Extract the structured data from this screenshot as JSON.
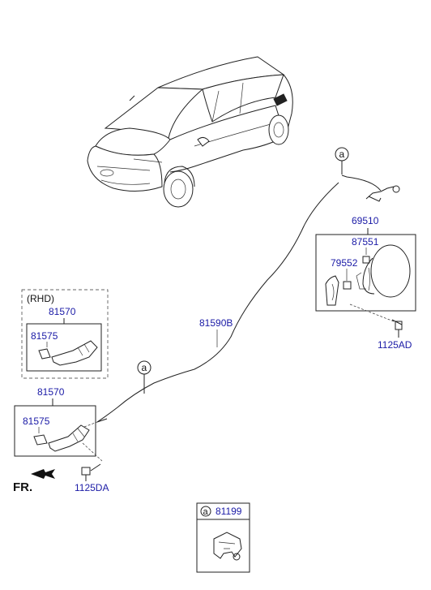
{
  "labels": {
    "rhd": "(RHD)",
    "callout_a": "a",
    "fr": "FR."
  },
  "parts": {
    "fuel_door_assy": "69510",
    "fuel_door": "87551",
    "bumper": "79552",
    "bolt_door": "1125AD",
    "cable": "81590B",
    "lever_rhd": "81570",
    "handle_rhd": "81575",
    "lever": "81570",
    "handle": "81575",
    "bolt_lever": "1125DA",
    "clip": "81199"
  },
  "colors": {
    "part_label": "#1a1aa6",
    "line": "#222222"
  }
}
